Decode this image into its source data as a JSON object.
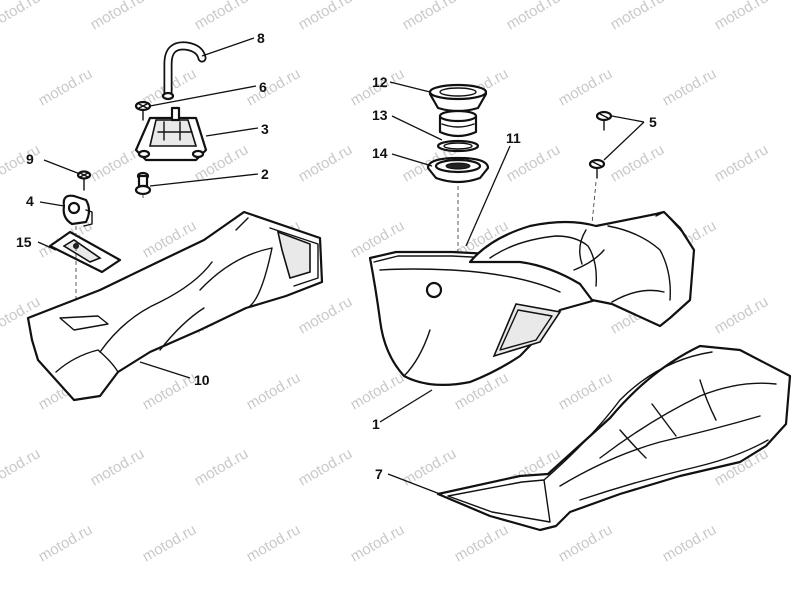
{
  "watermark": {
    "text": "motod.ru",
    "color": "#c9c9c9"
  },
  "callouts": {
    "c1": "1",
    "c2": "2",
    "c3": "3",
    "c4": "4",
    "c5": "5",
    "c6": "6",
    "c7": "7",
    "c8": "8",
    "c9": "9",
    "c10": "10",
    "c11": "11",
    "c12": "12",
    "c13": "13",
    "c14": "14",
    "c15": "15"
  },
  "colors": {
    "line": "#111111",
    "background": "#ffffff"
  }
}
